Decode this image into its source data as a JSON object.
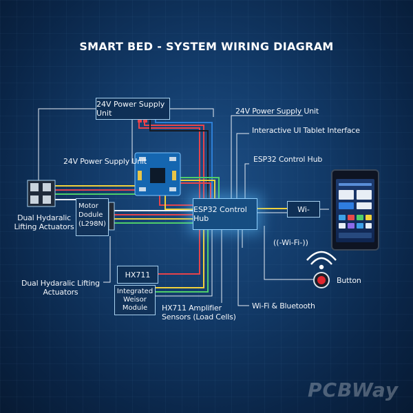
{
  "title": "SMART BED - SYSTEM WIRING DIAGRAM",
  "components": {
    "psu_top": "24V Power Supply Unit",
    "psu_label_right": "24V Power Supply Unit",
    "psu_label_left": "24V Power Supply Unit",
    "tablet_label": "Interactive UI Tablet Interface",
    "esp_label": "ESP32 Control Hub",
    "esp_box": "ESP32 Control Hub",
    "actuators_top": "Dual Hydaralic Lifting Actuators",
    "actuators_bottom": "Dual Hydaralic Lifting Actuators",
    "motor_module": "Motor Dodule (L298N)",
    "hx711_chip": "HX711",
    "hx_module": "Integrated Weisor Module",
    "hx_sensors_label": "HX711 Amplifier Sensors (Load Cells)",
    "wifi_bt_label": "Wi-Fi & Bluetooth",
    "wifi_module": "Wi-",
    "wifi_signal": "((-Wi-Fi-))",
    "button_label": "Button"
  },
  "watermark": "PCBWay",
  "colors": {
    "wire_red": "#e8434a",
    "wire_yellow": "#f2d23b",
    "wire_green": "#4fcf6a",
    "wire_black": "#151a22",
    "wire_white": "#e9eef5",
    "glow": "#5abeff"
  }
}
